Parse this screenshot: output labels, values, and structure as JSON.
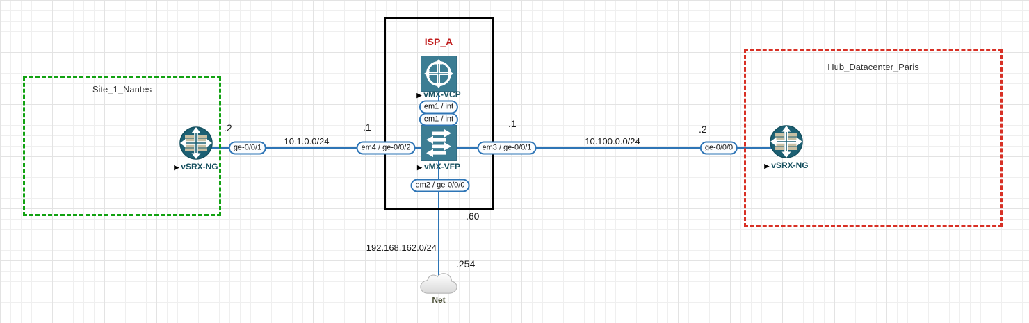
{
  "zones": {
    "site1": {
      "title": "Site_1_Nantes",
      "border_color": "#12a212",
      "border_style": "dashed"
    },
    "isp": {
      "title": "ISP_A",
      "border_color": "#000000",
      "border_style": "solid",
      "title_color": "#c01a1a"
    },
    "hub": {
      "title": "Hub_Datacenter_Paris",
      "border_color": "#d83025",
      "border_style": "dashed"
    }
  },
  "nodes": {
    "vsrx_left": {
      "indicator": "▶",
      "name": "vSRX-NG"
    },
    "vmx_vcp": {
      "indicator": "▶",
      "name": "vMX-VCP"
    },
    "vmx_vfp": {
      "indicator": "▶",
      "name": "vMX-VFP"
    },
    "vsrx_right": {
      "indicator": "▶",
      "name": "vSRX-NG"
    },
    "cloud": {
      "name": "Net"
    }
  },
  "links": {
    "site1_to_isp": {
      "network": "10.1.0.0/24",
      "left_interface": "ge-0/0/1",
      "left_ip": ".2",
      "right_interface": "em4 / ge-0/0/2",
      "right_ip": ".1"
    },
    "isp_to_hub": {
      "network": "10.100.0.0/24",
      "left_interface": "em3 / ge-0/0/1",
      "left_ip": ".1",
      "right_interface": "ge-0/0/0",
      "right_ip": ".2"
    },
    "vcp_to_vfp": {
      "top_interface": "em1 / int",
      "bottom_interface": "em1 / int"
    },
    "isp_to_net": {
      "network": "192.168.162.0/24",
      "top_interface": "em2 / ge-0/0/0",
      "top_ip": ".60",
      "bottom_ip": ".254"
    }
  },
  "colors": {
    "link": "#2e75b6",
    "interface_pill_border": "#2e75b6",
    "device_label": "#17505f",
    "net_label": "#4e523a",
    "juniper_teal_square": "#3c7d93",
    "juniper_teal_circle": "#1d6073"
  }
}
